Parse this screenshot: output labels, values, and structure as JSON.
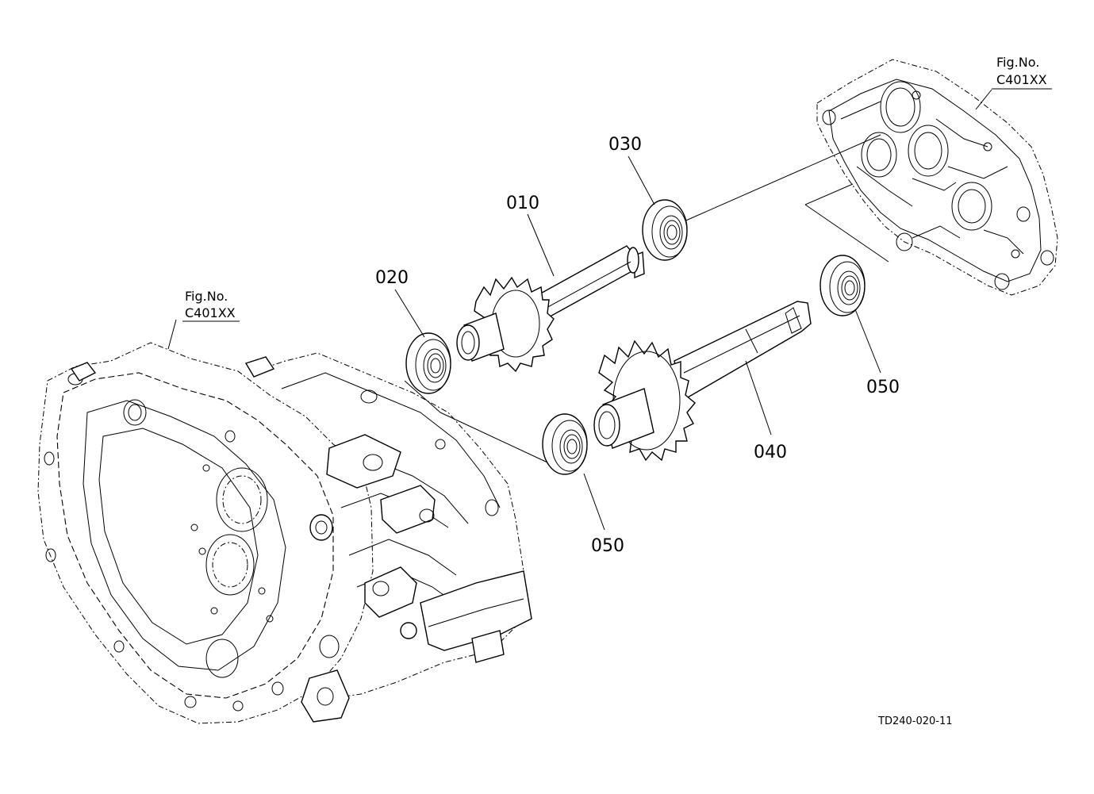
{
  "refs": [
    {
      "fig": "Fig.No.",
      "code": "C401XX"
    },
    {
      "fig": "Fig.No.",
      "code": "C401XX"
    }
  ],
  "parts": [
    {
      "label": "010"
    },
    {
      "label": "020"
    },
    {
      "label": "030"
    },
    {
      "label": "040"
    },
    {
      "label": "050"
    },
    {
      "label": "050"
    }
  ],
  "drawing_code": "TD240-020-11"
}
